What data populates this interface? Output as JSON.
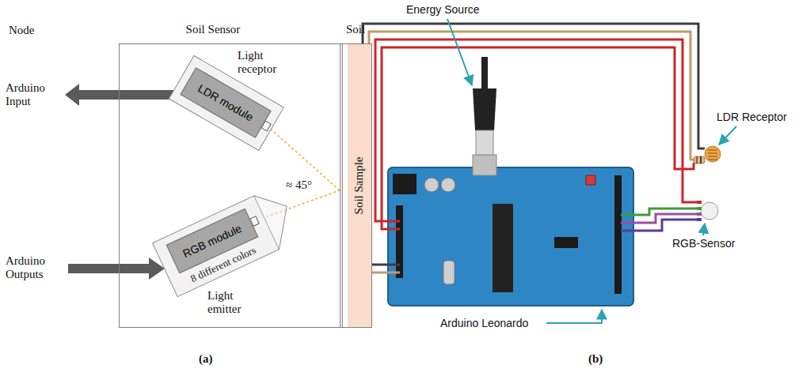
{
  "diagram": {
    "nodes": [
      {
        "text": [
          "Soil Sensor"
        ]
      },
      {
        "text": [
          "Light receptor"
        ],
        "in": 0
      },
      {
        "text": [
          "LDR module"
        ],
        "in": 1
      },
      {
        "text": [
          "Light emitter",
          "8 different colors"
        ],
        "in": 0
      },
      {
        "text": [
          "RGB module"
        ],
        "in": 3
      },
      {
        "text": [
          "Soil",
          "Soil Sample"
        ],
        "in": 0
      }
    ],
    "edges": [
      {
        "from": 4,
        "to": 5,
        "arrow": "none"
      },
      {
        "from": 5,
        "to": 2,
        "arrow": "none"
      }
    ],
    "labels": [
      "Node",
      "Arduino Input",
      "Arduino Outputs",
      "≈ 45°",
      "(a)",
      "Energy Source",
      "LDR Receptor",
      "RGB-Sensor",
      "Arduino Leonardo",
      "(b)"
    ]
  }
}
